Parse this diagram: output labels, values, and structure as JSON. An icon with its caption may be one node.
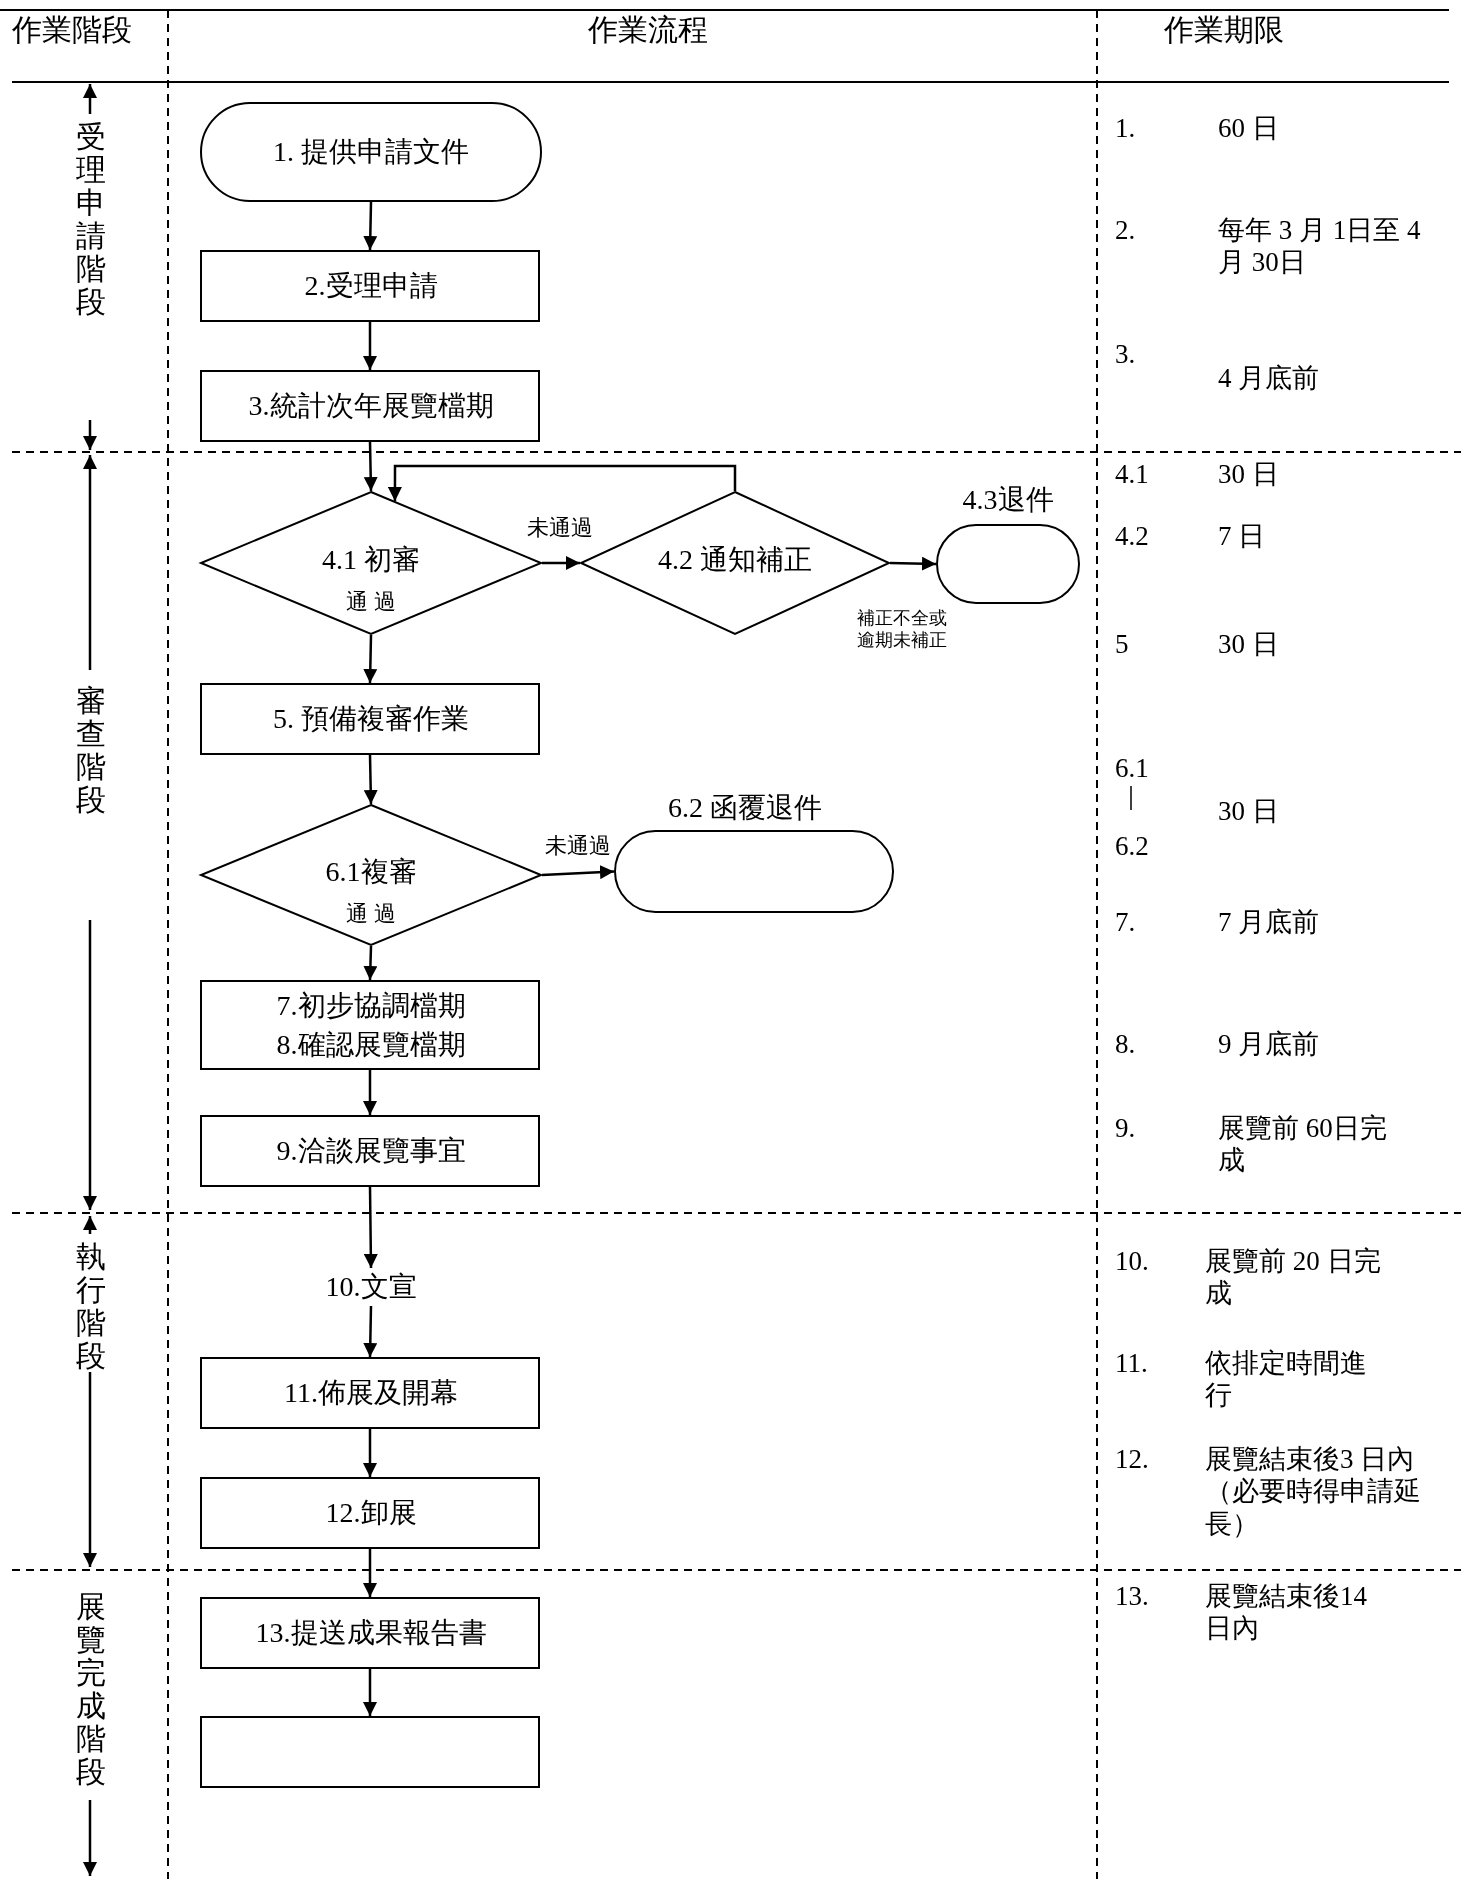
{
  "diagram": {
    "nodes": [
      {
        "text": [
          "1. 提供申請文件"
        ]
      },
      {
        "text": [
          "2.受理申請"
        ]
      },
      {
        "text": [
          "3.統計次年展覽檔期"
        ]
      },
      {
        "text": [
          "4.1 初審"
        ]
      },
      {
        "text": [
          "4.2 通知補正"
        ]
      },
      {
        "text": [
          "4.3退件"
        ]
      },
      {
        "text": [
          "5. 預備複審作業"
        ]
      },
      {
        "text": [
          "6.1複審"
        ]
      },
      {
        "text": [
          "6.2 函覆退件"
        ]
      },
      {
        "text": [
          "7.初步協調檔期",
          "8.確認展覽檔期"
        ]
      },
      {
        "text": [
          "9.洽談展覽事宜"
        ]
      },
      {
        "text": [
          "10.文宣"
        ]
      },
      {
        "text": [
          "11.佈展及開幕"
        ]
      },
      {
        "text": [
          "12.卸展"
        ]
      },
      {
        "text": [
          "13.提送成果報告書"
        ]
      },
      {
        "text": [],
        "shape": "box"
      }
    ],
    "edges": [
      {
        "from": 0,
        "to": 1,
        "arrow": "to"
      },
      {
        "from": 1,
        "to": 2,
        "arrow": "to"
      },
      {
        "from": 2,
        "to": 3,
        "arrow": "to"
      },
      {
        "from": 3,
        "to": 4,
        "arrow": "to",
        "label": "未通過"
      },
      {
        "from": 4,
        "to": 3,
        "arrow": "to"
      },
      {
        "from": 4,
        "to": 5,
        "arrow": "to",
        "label": "補正不全或逾期未補正"
      },
      {
        "from": 3,
        "to": 6,
        "arrow": "to",
        "label": "通 過"
      },
      {
        "from": 6,
        "to": 7,
        "arrow": "to"
      },
      {
        "from": 7,
        "to": 8,
        "arrow": "to",
        "label": "未通過"
      },
      {
        "from": 7,
        "to": 9,
        "arrow": "to",
        "label": "通 過"
      },
      {
        "from": 9,
        "to": 10,
        "arrow": "to"
      },
      {
        "from": 10,
        "to": 11,
        "arrow": "to"
      },
      {
        "from": 11,
        "to": 12,
        "arrow": "to"
      },
      {
        "from": 12,
        "to": 13,
        "arrow": "to"
      },
      {
        "from": 13,
        "to": 14,
        "arrow": "to"
      },
      {
        "from": 14,
        "to": 15,
        "arrow": "to"
      }
    ],
    "labels": [
      "作業階段",
      "作業流程",
      "作業期限",
      "受理申請階段",
      "審查階段",
      "執行階段",
      "展覽完成階段",
      "1.",
      "60 日",
      "2.",
      "每年 3 月 1日至 4 月 30日",
      "3.",
      "4 月底前",
      "4.1",
      "30 日",
      "4.2",
      "7 日",
      "5",
      "30 日",
      "6.1",
      "6.2",
      "30 日",
      "7.",
      "7 月底前",
      "8.",
      "9 月底前",
      "9.",
      "展覽前 60日完成",
      "10.",
      "展覽前 20 日完成",
      "11.",
      "依排定時間進行",
      "12.",
      "展覽結束後3 日內（必要時得申請延長）",
      "13.",
      "展覽結束後14 日內"
    ]
  }
}
